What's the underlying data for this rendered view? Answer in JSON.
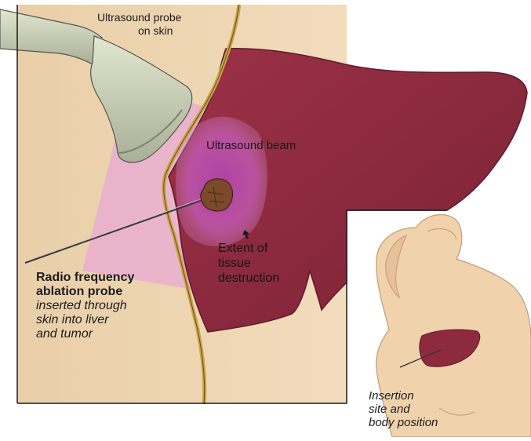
{
  "labels": {
    "probe": {
      "line1": "Ultrasound probe",
      "line2": "on skin"
    },
    "beam": "Ultrasound beam",
    "extent": {
      "line1": "Extent of",
      "line2": "tissue",
      "line3": "destruction"
    },
    "rf_probe": {
      "title1": "Radio frequency",
      "title2": "ablation probe",
      "desc1": "inserted through",
      "desc2": "skin into liver",
      "desc3": "and tumor"
    },
    "insertion": {
      "line1": "Insertion",
      "line2": "site and",
      "line3": "body position"
    }
  },
  "colors": {
    "skin": "#ecd2ad",
    "liver": "#8e2a3e",
    "beam": "#c85ab4",
    "probe": "#cdd2b8",
    "tumor": "#7a4a2a",
    "skin_edge": "#c8a548"
  }
}
